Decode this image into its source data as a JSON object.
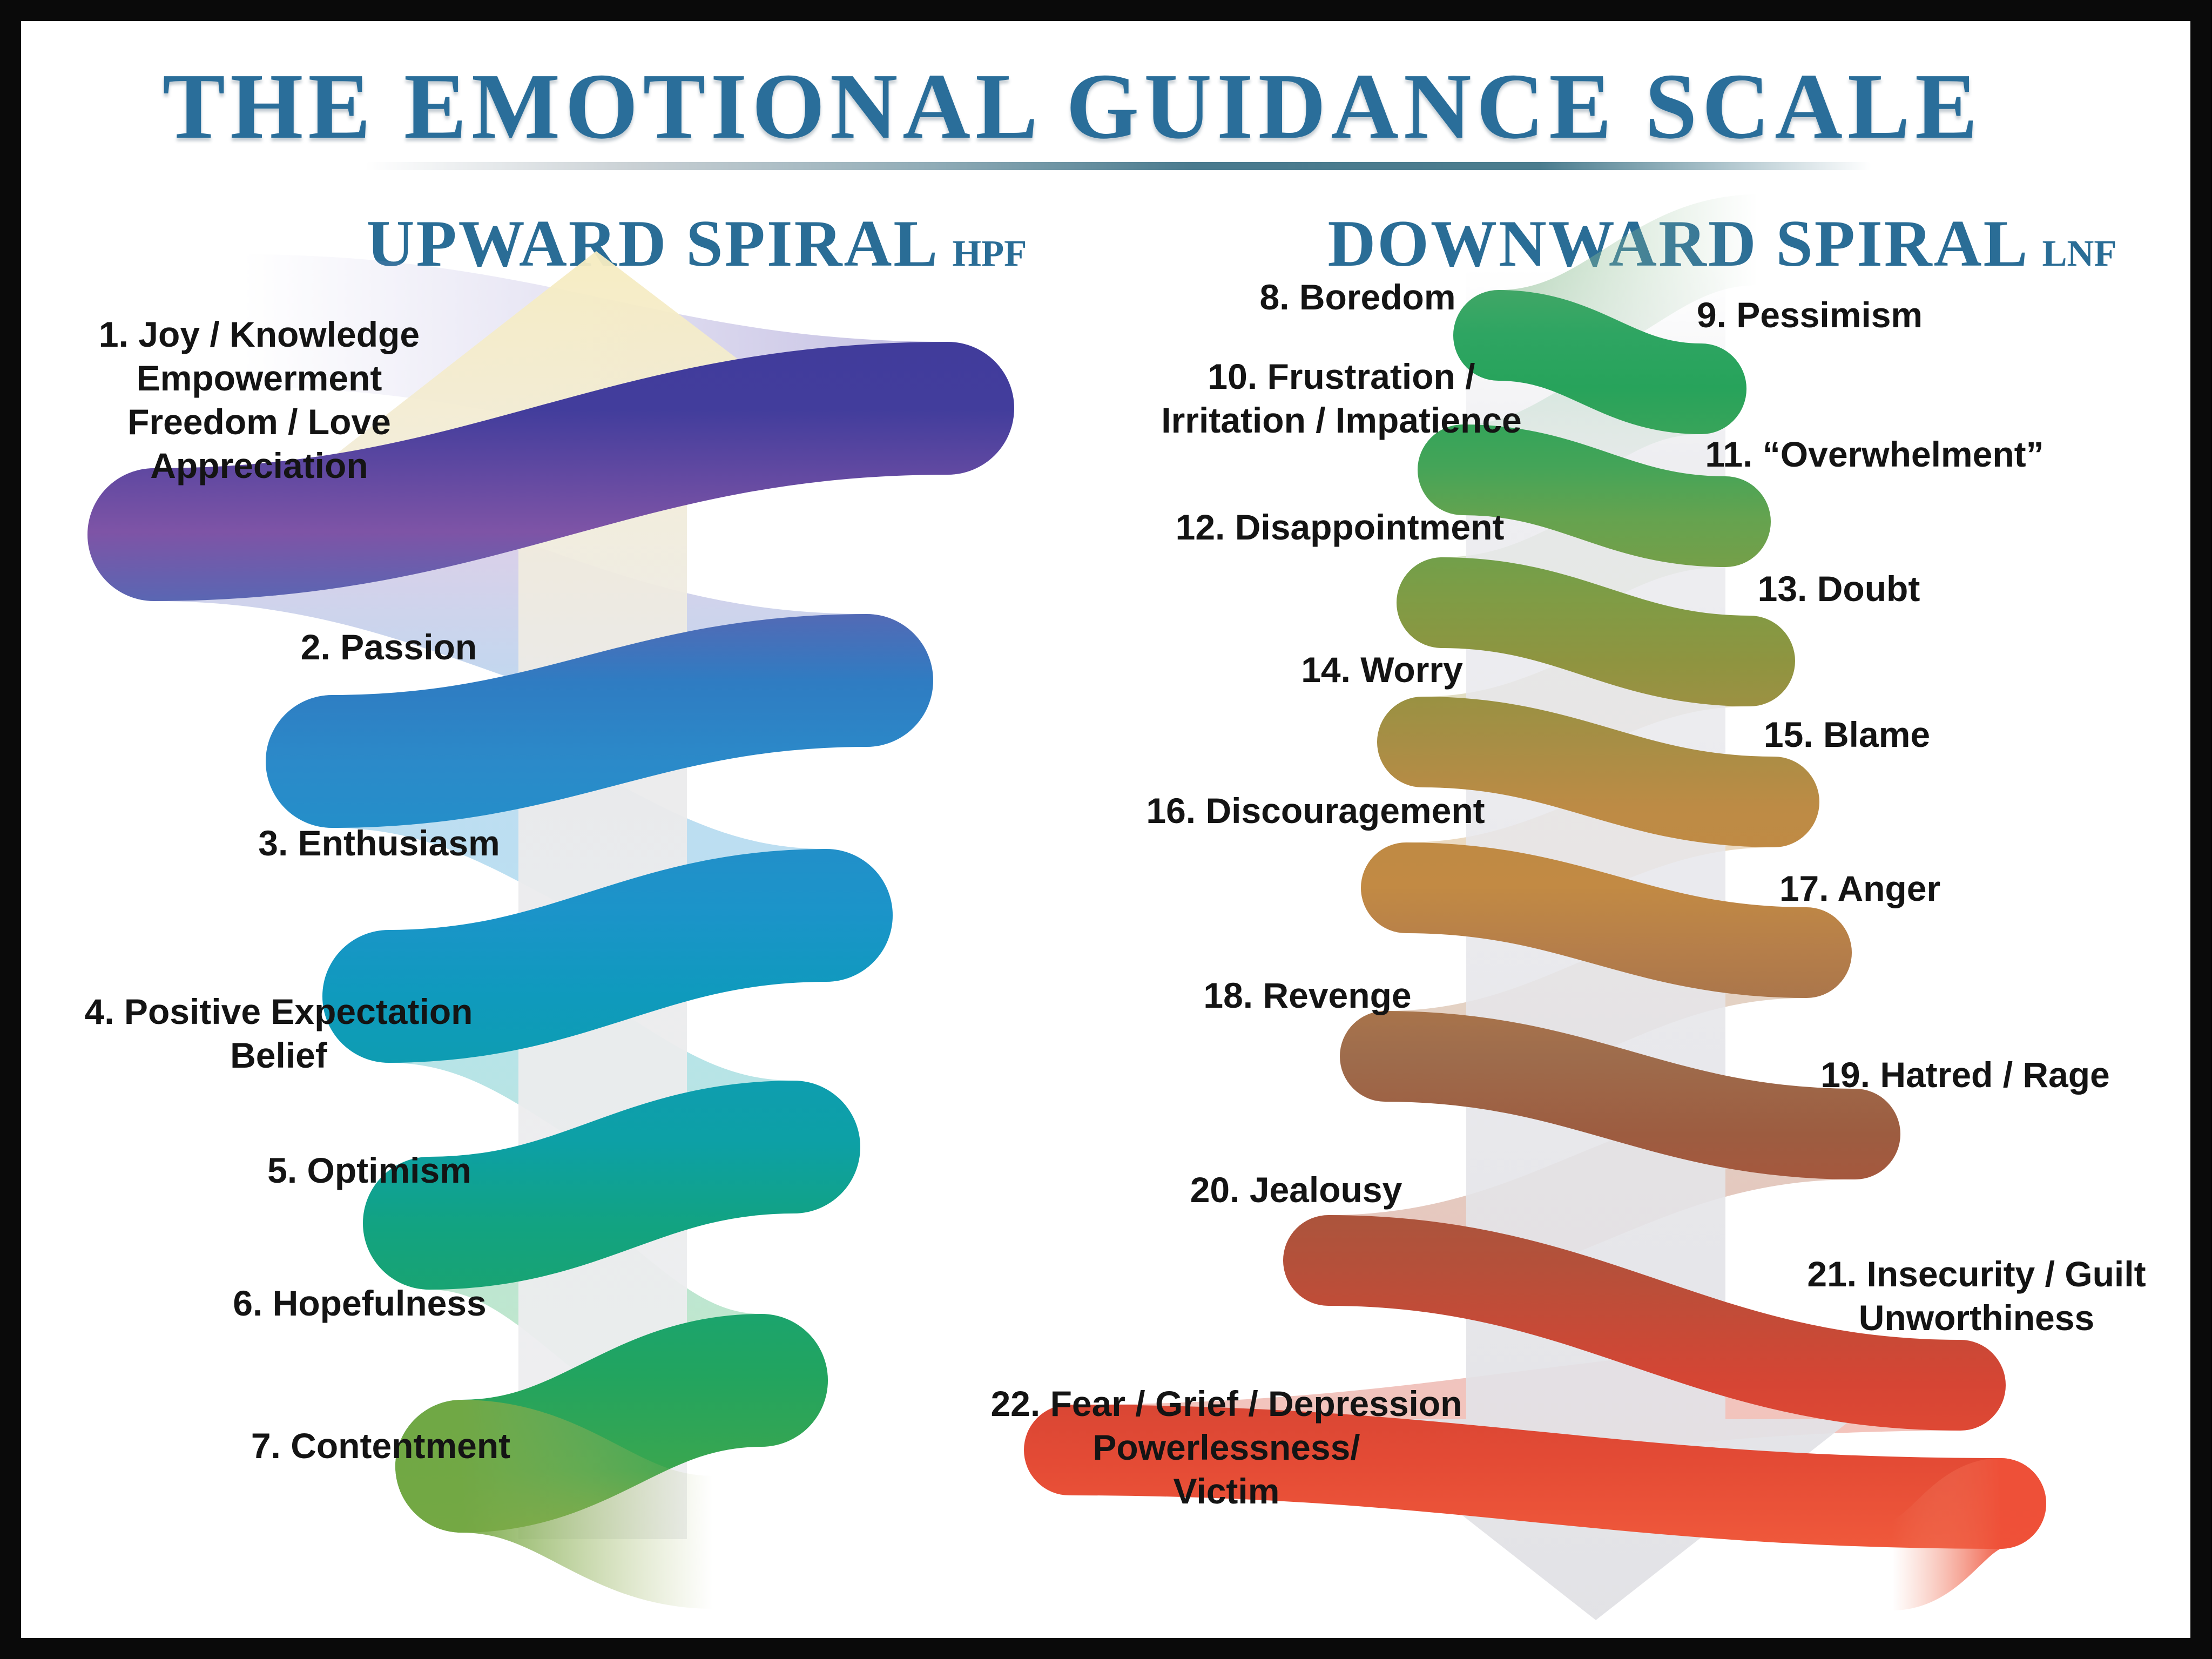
{
  "title": "THE EMOTIONAL GUIDANCE SCALE",
  "upward": {
    "heading": "UPWARD SPIRAL",
    "tag": "HPF",
    "labels": [
      {
        "lines": [
          "1. Joy / Knowledge",
          "Empowerment",
          "Freedom / Love",
          "Appreciation"
        ]
      },
      {
        "lines": [
          "2. Passion"
        ]
      },
      {
        "lines": [
          "3. Enthusiasm"
        ]
      },
      {
        "lines": [
          "4. Positive Expectation",
          "Belief"
        ]
      },
      {
        "lines": [
          "5. Optimism"
        ]
      },
      {
        "lines": [
          "6. Hopefulness"
        ]
      },
      {
        "lines": [
          "7. Contentment"
        ]
      }
    ]
  },
  "downward": {
    "heading": "DOWNWARD SPIRAL",
    "tag": "LNF",
    "labels": [
      {
        "lines": [
          "8. Boredom"
        ]
      },
      {
        "lines": [
          "9. Pessimism"
        ]
      },
      {
        "lines": [
          "10. Frustration /",
          "Irritation / Impatience"
        ]
      },
      {
        "lines": [
          "11. “Overwhelment”"
        ]
      },
      {
        "lines": [
          "12. Disappointment"
        ]
      },
      {
        "lines": [
          "13. Doubt"
        ]
      },
      {
        "lines": [
          "14. Worry"
        ]
      },
      {
        "lines": [
          "15. Blame"
        ]
      },
      {
        "lines": [
          "16. Discouragement"
        ]
      },
      {
        "lines": [
          "17. Anger"
        ]
      },
      {
        "lines": [
          "18. Revenge"
        ]
      },
      {
        "lines": [
          "19. Hatred / Rage"
        ]
      },
      {
        "lines": [
          "20. Jealousy"
        ]
      },
      {
        "lines": [
          "21. Insecurity / Guilt",
          "Unworthiness"
        ]
      },
      {
        "lines": [
          "22. Fear / Grief / Depression",
          "Powerlessness/",
          "Victim"
        ]
      }
    ]
  },
  "colors": {
    "title_text": "#2a6e9a",
    "label_text": "#141414",
    "up_spiral_top": "#3e3a99",
    "up_spiral_mid": "#1b94c9",
    "up_spiral_bottom": "#7ba73e",
    "down_spiral_top": "#2ea562",
    "down_spiral_mid": "#c28a44",
    "down_spiral_bottom": "#f15a3c",
    "frame": "#0a0a0a"
  }
}
